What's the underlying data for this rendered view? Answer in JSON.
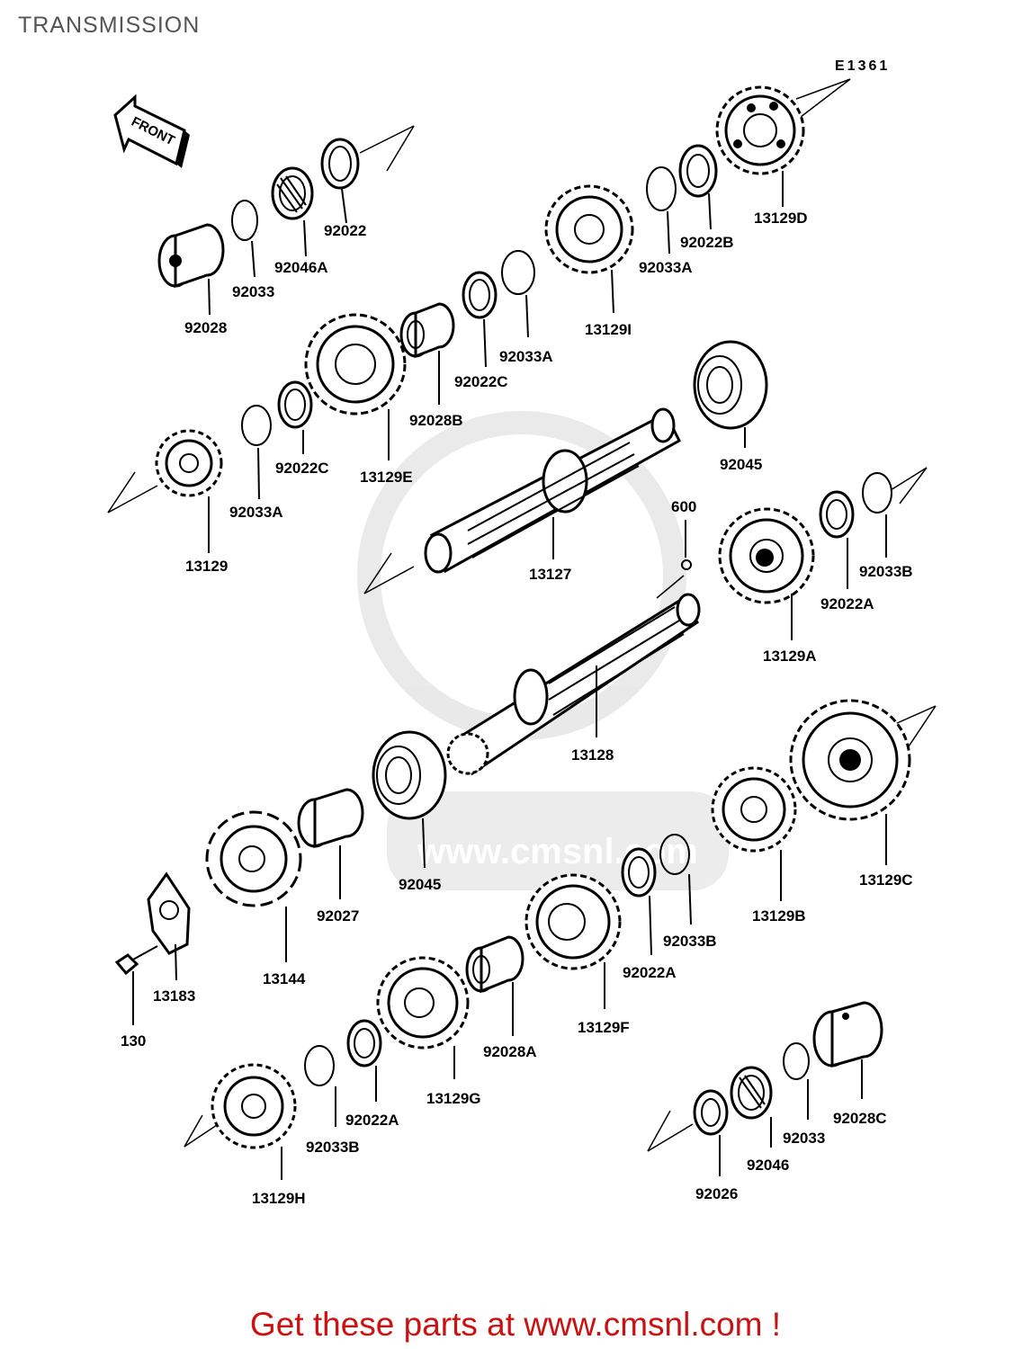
{
  "title": "TRANSMISSION",
  "diagram_code": "E1361",
  "front_arrow_label": "FRONT",
  "watermark": "www.cmsnl.com",
  "promo_text": "Get these parts at www.cmsnl.com !",
  "part_labels": [
    "92022",
    "92046A",
    "92033",
    "92028",
    "13129D",
    "92022B",
    "92033A",
    "13129I",
    "92033A",
    "92022C",
    "92028B",
    "13129E",
    "92022C",
    "92033A",
    "13129",
    "92045",
    "13127",
    "600",
    "92033B",
    "92022A",
    "13129A",
    "13128",
    "13129C",
    "13129B",
    "92033B",
    "92022A",
    "92045",
    "92027",
    "13144",
    "13183",
    "130",
    "13129F",
    "92028A",
    "13129G",
    "92022A",
    "92033B",
    "13129H",
    "92028C",
    "92033",
    "92046",
    "92026"
  ]
}
